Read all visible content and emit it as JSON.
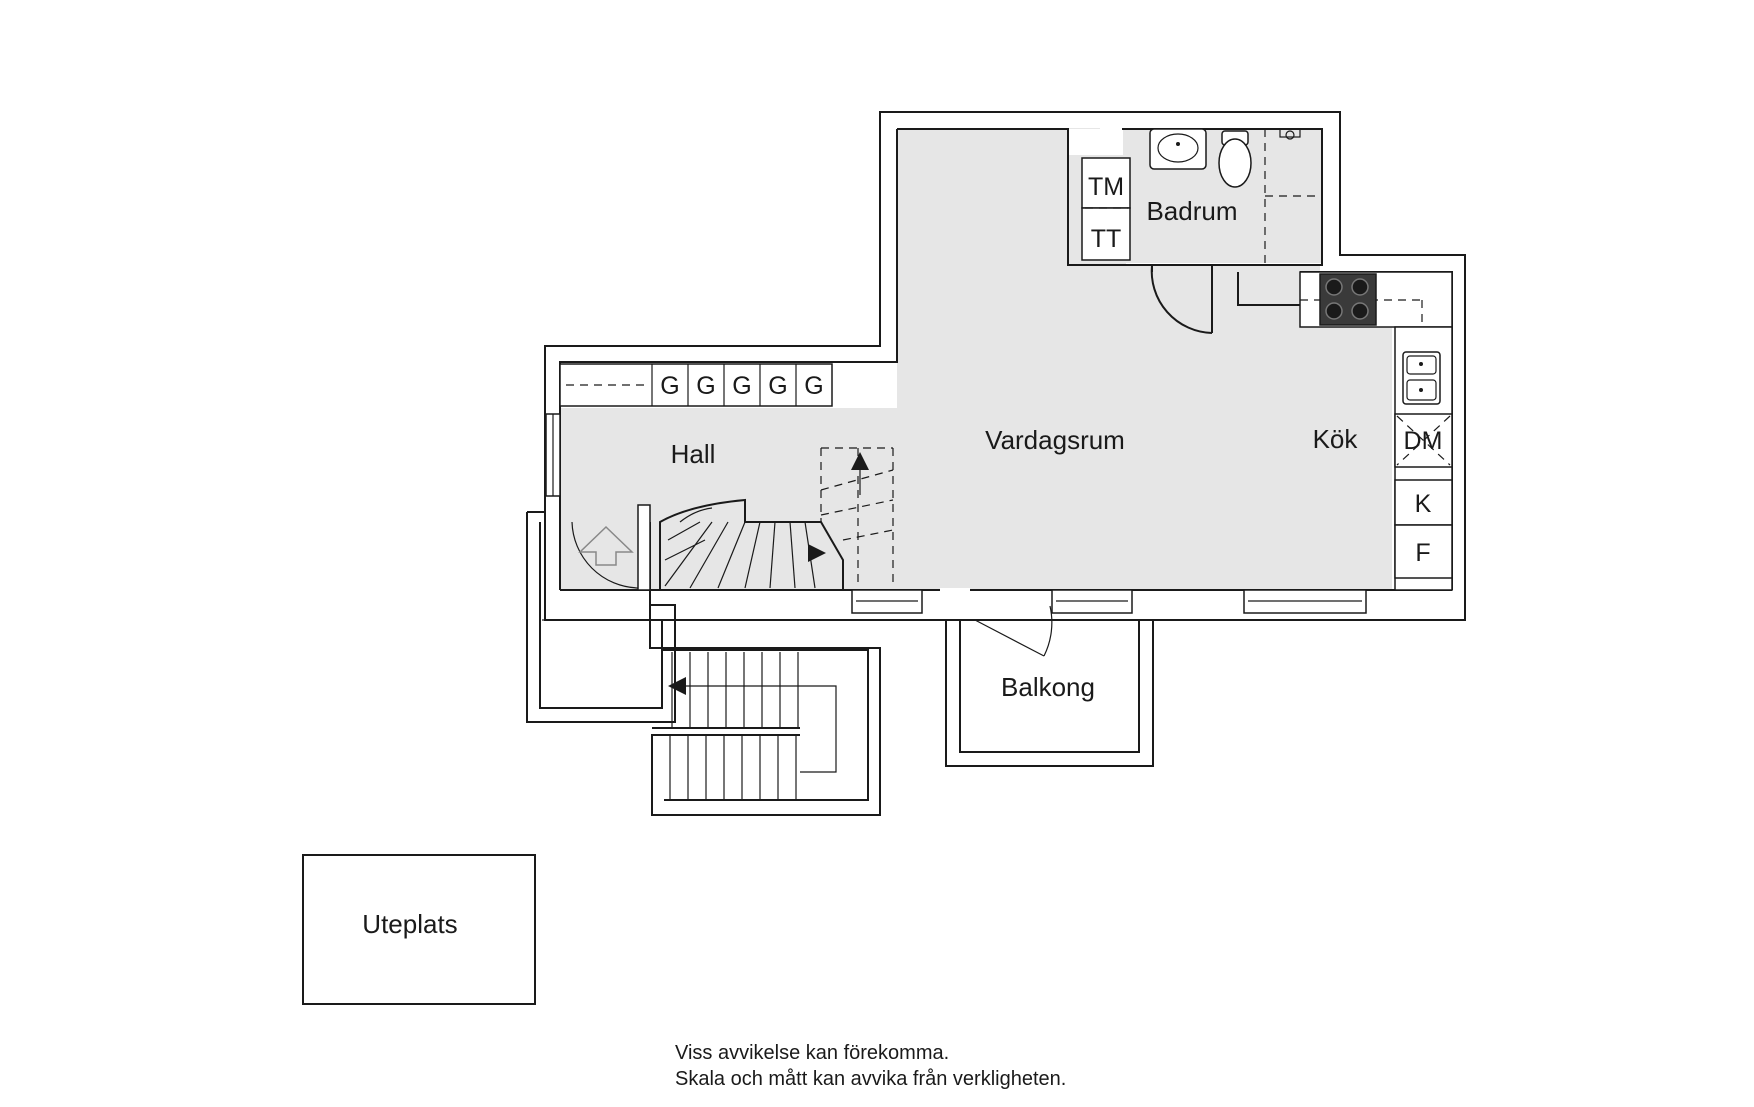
{
  "rooms": {
    "hall": "Hall",
    "vardagsrum": "Vardagsrum",
    "kok": "Kök",
    "badrum": "Badrum",
    "balkong": "Balkong",
    "uteplats": "Uteplats"
  },
  "fixtures": {
    "wardrobes": [
      "G",
      "G",
      "G",
      "G",
      "G"
    ],
    "tm": "TM",
    "tt": "TT",
    "dm": "DM",
    "k": "K",
    "f": "F"
  },
  "notes": {
    "line1": "Viss avvikelse kan förekomma.",
    "line2": "Skala och mått kan avvika från verkligheten."
  },
  "colors": {
    "floor": "#e6e6e6",
    "wall_line": "#1a1a1a",
    "stove": "#3a3a3a"
  }
}
